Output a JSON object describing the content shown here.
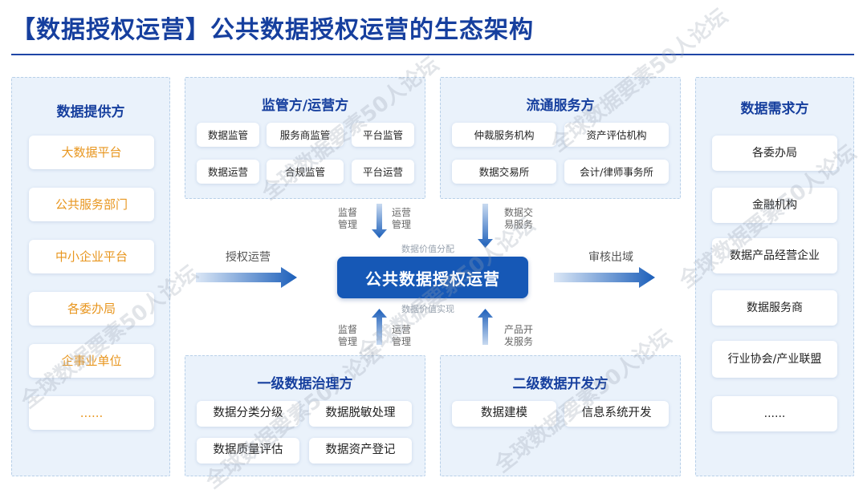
{
  "title": "【数据授权运营】公共数据授权运营的生态架构",
  "providers": {
    "title": "数据提供方",
    "items": [
      "大数据平台",
      "公共服务部门",
      "中小企业平台",
      "各委办局",
      "企事业单位",
      "......"
    ]
  },
  "demanders": {
    "title": "数据需求方",
    "items": [
      "各委办局",
      "金融机构",
      "数据产品经营企业",
      "数据服务商",
      "行业协会/产业联盟",
      "......"
    ]
  },
  "regulator": {
    "title": "监管方/运营方",
    "items": [
      "数据监管",
      "服务商监管",
      "平台监管",
      "数据运营",
      "合规监管",
      "平台运营"
    ]
  },
  "circulation": {
    "title": "流通服务方",
    "items": [
      "仲裁服务机构",
      "资产评估机构",
      "数据交易所",
      "会计/律师事务所"
    ]
  },
  "governance": {
    "title": "一级数据治理方",
    "items": [
      "数据分类分级",
      "数据脱敏处理",
      "数据质量评估",
      "数据资产登记"
    ]
  },
  "development": {
    "title": "二级数据开发方",
    "items": [
      "数据建模",
      "信息系统开发"
    ]
  },
  "center": "公共数据授权运营",
  "flows": {
    "authorize": "授权运营",
    "audit": "审核出域",
    "top_supervise": "监督\n管理",
    "top_operate": "运营\n管理",
    "top_trade": "数据交\n易服务",
    "bottom_supervise": "监督\n管理",
    "bottom_operate": "运营\n管理",
    "bottom_product": "产品开\n发服务",
    "value_dist": "数据价值分配",
    "value_real": "数据价值实现"
  },
  "watermark": "全球数据要素50人论坛",
  "colors": {
    "primary": "#1658b6",
    "title": "#163f9e",
    "orange": "#e8961f",
    "panel": "#eaf2fb"
  }
}
